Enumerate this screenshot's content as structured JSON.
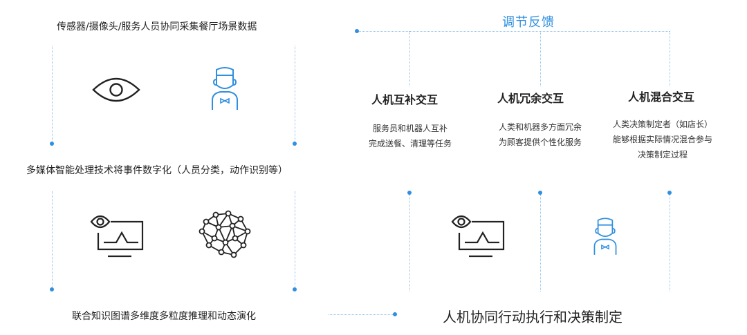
{
  "colors": {
    "accent": "#2f8fe0",
    "dotted_line": "#8fc2ee",
    "text": "#222222"
  },
  "left": {
    "step1": "传感器/摄像头/服务人员协同采集餐厅场景数据",
    "step2": "多媒体智能处理技术将事件数字化（人员分类，动作识别等）",
    "step3": "联合知识图谱多维度多粒度推理和动态演化"
  },
  "right": {
    "feedback_label": "调节反馈",
    "bottom_title": "人机协同行动执行和决策制定",
    "modes": [
      {
        "title": "人机互补交互",
        "desc_line1": "服务员和机器人互补",
        "desc_line2": "完成送餐、清理等任务",
        "desc_line3": ""
      },
      {
        "title": "人机冗余交互",
        "desc_line1": "人类和机器多方面冗余",
        "desc_line2": "为顾客提供个性化服务",
        "desc_line3": ""
      },
      {
        "title": "人机混合交互",
        "desc_line1": "人类决策制定者（如店长）",
        "desc_line2": "能够根据实际情况混合参与",
        "desc_line3": "决策制定过程"
      }
    ]
  },
  "icons": {
    "eye": "eye-icon",
    "waiter": "waiter-icon",
    "monitor": "monitor-eye-icon",
    "network": "neural-network-icon"
  }
}
